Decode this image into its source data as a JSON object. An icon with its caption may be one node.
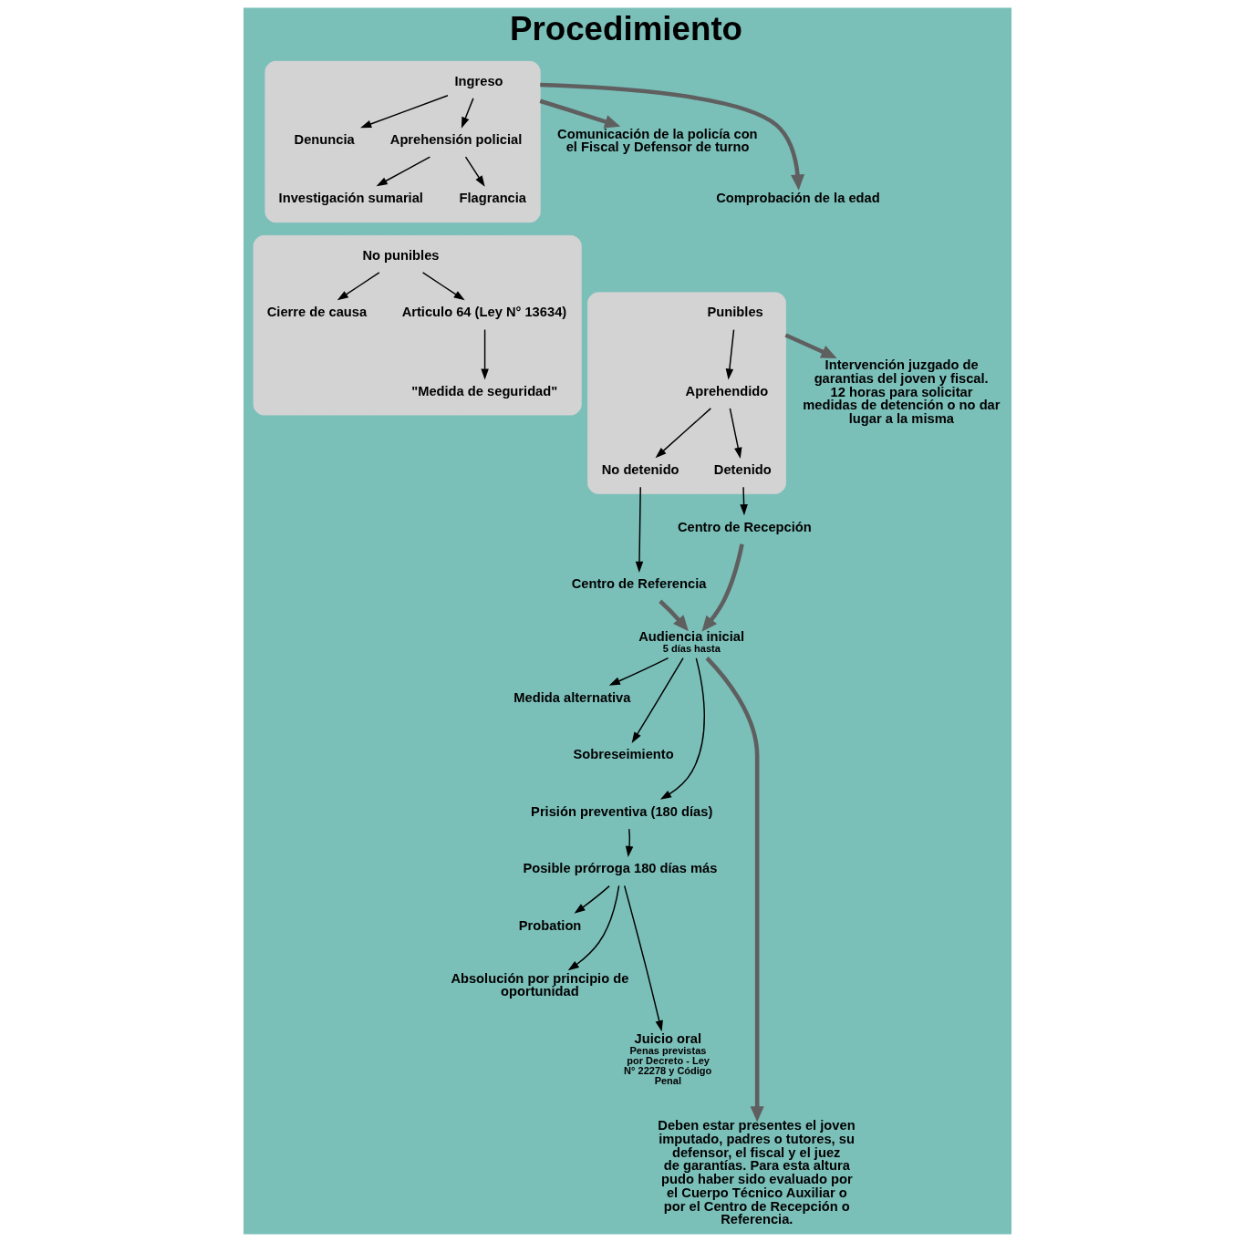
{
  "diagram": {
    "title": "Procedimiento",
    "nodes": [
      {
        "text": [],
        "shape": "box"
      },
      {
        "text": [
          "Ingreso"
        ],
        "in": 0
      },
      {
        "text": [
          "Denuncia"
        ],
        "in": 0
      },
      {
        "text": [
          "Aprehensión policial"
        ],
        "in": 0
      },
      {
        "text": [
          "Investigación sumarial"
        ],
        "in": 0
      },
      {
        "text": [
          "Flagrancia"
        ],
        "in": 0
      },
      {
        "text": [
          "Comunicación de la policía con el Fiscal y Defensor de turno"
        ]
      },
      {
        "text": [
          "Comprobación de la edad"
        ]
      },
      {
        "text": [],
        "shape": "box"
      },
      {
        "text": [
          "No punibles"
        ],
        "in": 8
      },
      {
        "text": [
          "Cierre de causa"
        ],
        "in": 8
      },
      {
        "text": [
          "Articulo 64 (Ley N° 13634)"
        ],
        "in": 8
      },
      {
        "text": [
          "\"Medida de seguridad\""
        ],
        "in": 8
      },
      {
        "text": [],
        "shape": "box"
      },
      {
        "text": [
          "Punibles"
        ],
        "in": 13
      },
      {
        "text": [
          "Aprehendido"
        ],
        "in": 13
      },
      {
        "text": [
          "Detenido"
        ],
        "in": 13
      },
      {
        "text": [
          "No detenido"
        ],
        "in": 13
      },
      {
        "text": [
          "Intervención juzgado de garantias del joven y fiscal. 12 horas para solicitar medidas de detención o no dar lugar a la misma"
        ]
      },
      {
        "text": [
          "Centro de Recepción"
        ]
      },
      {
        "text": [
          "Centro de Referencia"
        ]
      },
      {
        "text": [
          "Audiencia inicial"
        ],
        "beside": [
          "5 días hasta"
        ]
      },
      {
        "text": [
          "Medida alternativa"
        ]
      },
      {
        "text": [
          "Sobreseimiento"
        ]
      },
      {
        "text": [
          "Prisión preventiva (180 días)"
        ]
      },
      {
        "text": [
          "Posible prórroga 180 días más"
        ]
      },
      {
        "text": [
          "Probation"
        ]
      },
      {
        "text": [
          "Absolución por principio de oportunidad"
        ]
      },
      {
        "text": [
          "Juicio oral"
        ],
        "beside": [
          "Penas previstas por Decreto - Ley N° 22278 y Código Penal"
        ]
      },
      {
        "text": [
          "Deben estar presentes el joven imputado, padres o tutores, su defensor, el fiscal y el juez de garantías. Para esta altura pudo haber sido evaluado por el Cuerpo Técnico Auxiliar o por el Centro de Recepción o Referencia."
        ]
      }
    ],
    "edges": [
      {
        "from": 1,
        "to": 2,
        "arrow": "to"
      },
      {
        "from": 1,
        "to": 3,
        "arrow": "to"
      },
      {
        "from": 3,
        "to": 4,
        "arrow": "to"
      },
      {
        "from": 3,
        "to": 5,
        "arrow": "to"
      },
      {
        "from": 0,
        "to": 6,
        "arrow": "to",
        "style": "thick",
        "color": "#5f5f5f"
      },
      {
        "from": 0,
        "to": 7,
        "arrow": "to",
        "style": "thick",
        "color": "#5f5f5f"
      },
      {
        "from": 9,
        "to": 10,
        "arrow": "to"
      },
      {
        "from": 9,
        "to": 11,
        "arrow": "to"
      },
      {
        "from": 11,
        "to": 12,
        "arrow": "to"
      },
      {
        "from": 13,
        "to": 18,
        "arrow": "to",
        "style": "thick",
        "color": "#5f5f5f"
      },
      {
        "from": 14,
        "to": 15,
        "arrow": "to"
      },
      {
        "from": 15,
        "to": 16,
        "arrow": "to"
      },
      {
        "from": 15,
        "to": 17,
        "arrow": "to"
      },
      {
        "from": 16,
        "to": 19,
        "arrow": "to"
      },
      {
        "from": 17,
        "to": 20,
        "arrow": "to"
      },
      {
        "from": 19,
        "to": 21,
        "arrow": "to",
        "style": "thick",
        "color": "#5f5f5f"
      },
      {
        "from": 20,
        "to": 21,
        "arrow": "to",
        "style": "thick",
        "color": "#5f5f5f"
      },
      {
        "from": 21,
        "to": 22,
        "arrow": "to"
      },
      {
        "from": 21,
        "to": 23,
        "arrow": "to"
      },
      {
        "from": 21,
        "to": 24,
        "arrow": "to"
      },
      {
        "from": 24,
        "to": 25,
        "arrow": "to"
      },
      {
        "from": 25,
        "to": 26,
        "arrow": "to"
      },
      {
        "from": 25,
        "to": 27,
        "arrow": "to"
      },
      {
        "from": 25,
        "to": 28,
        "arrow": "to"
      },
      {
        "from": 21,
        "to": 29,
        "arrow": "to",
        "style": "thick",
        "color": "#5f5f5f"
      }
    ]
  }
}
